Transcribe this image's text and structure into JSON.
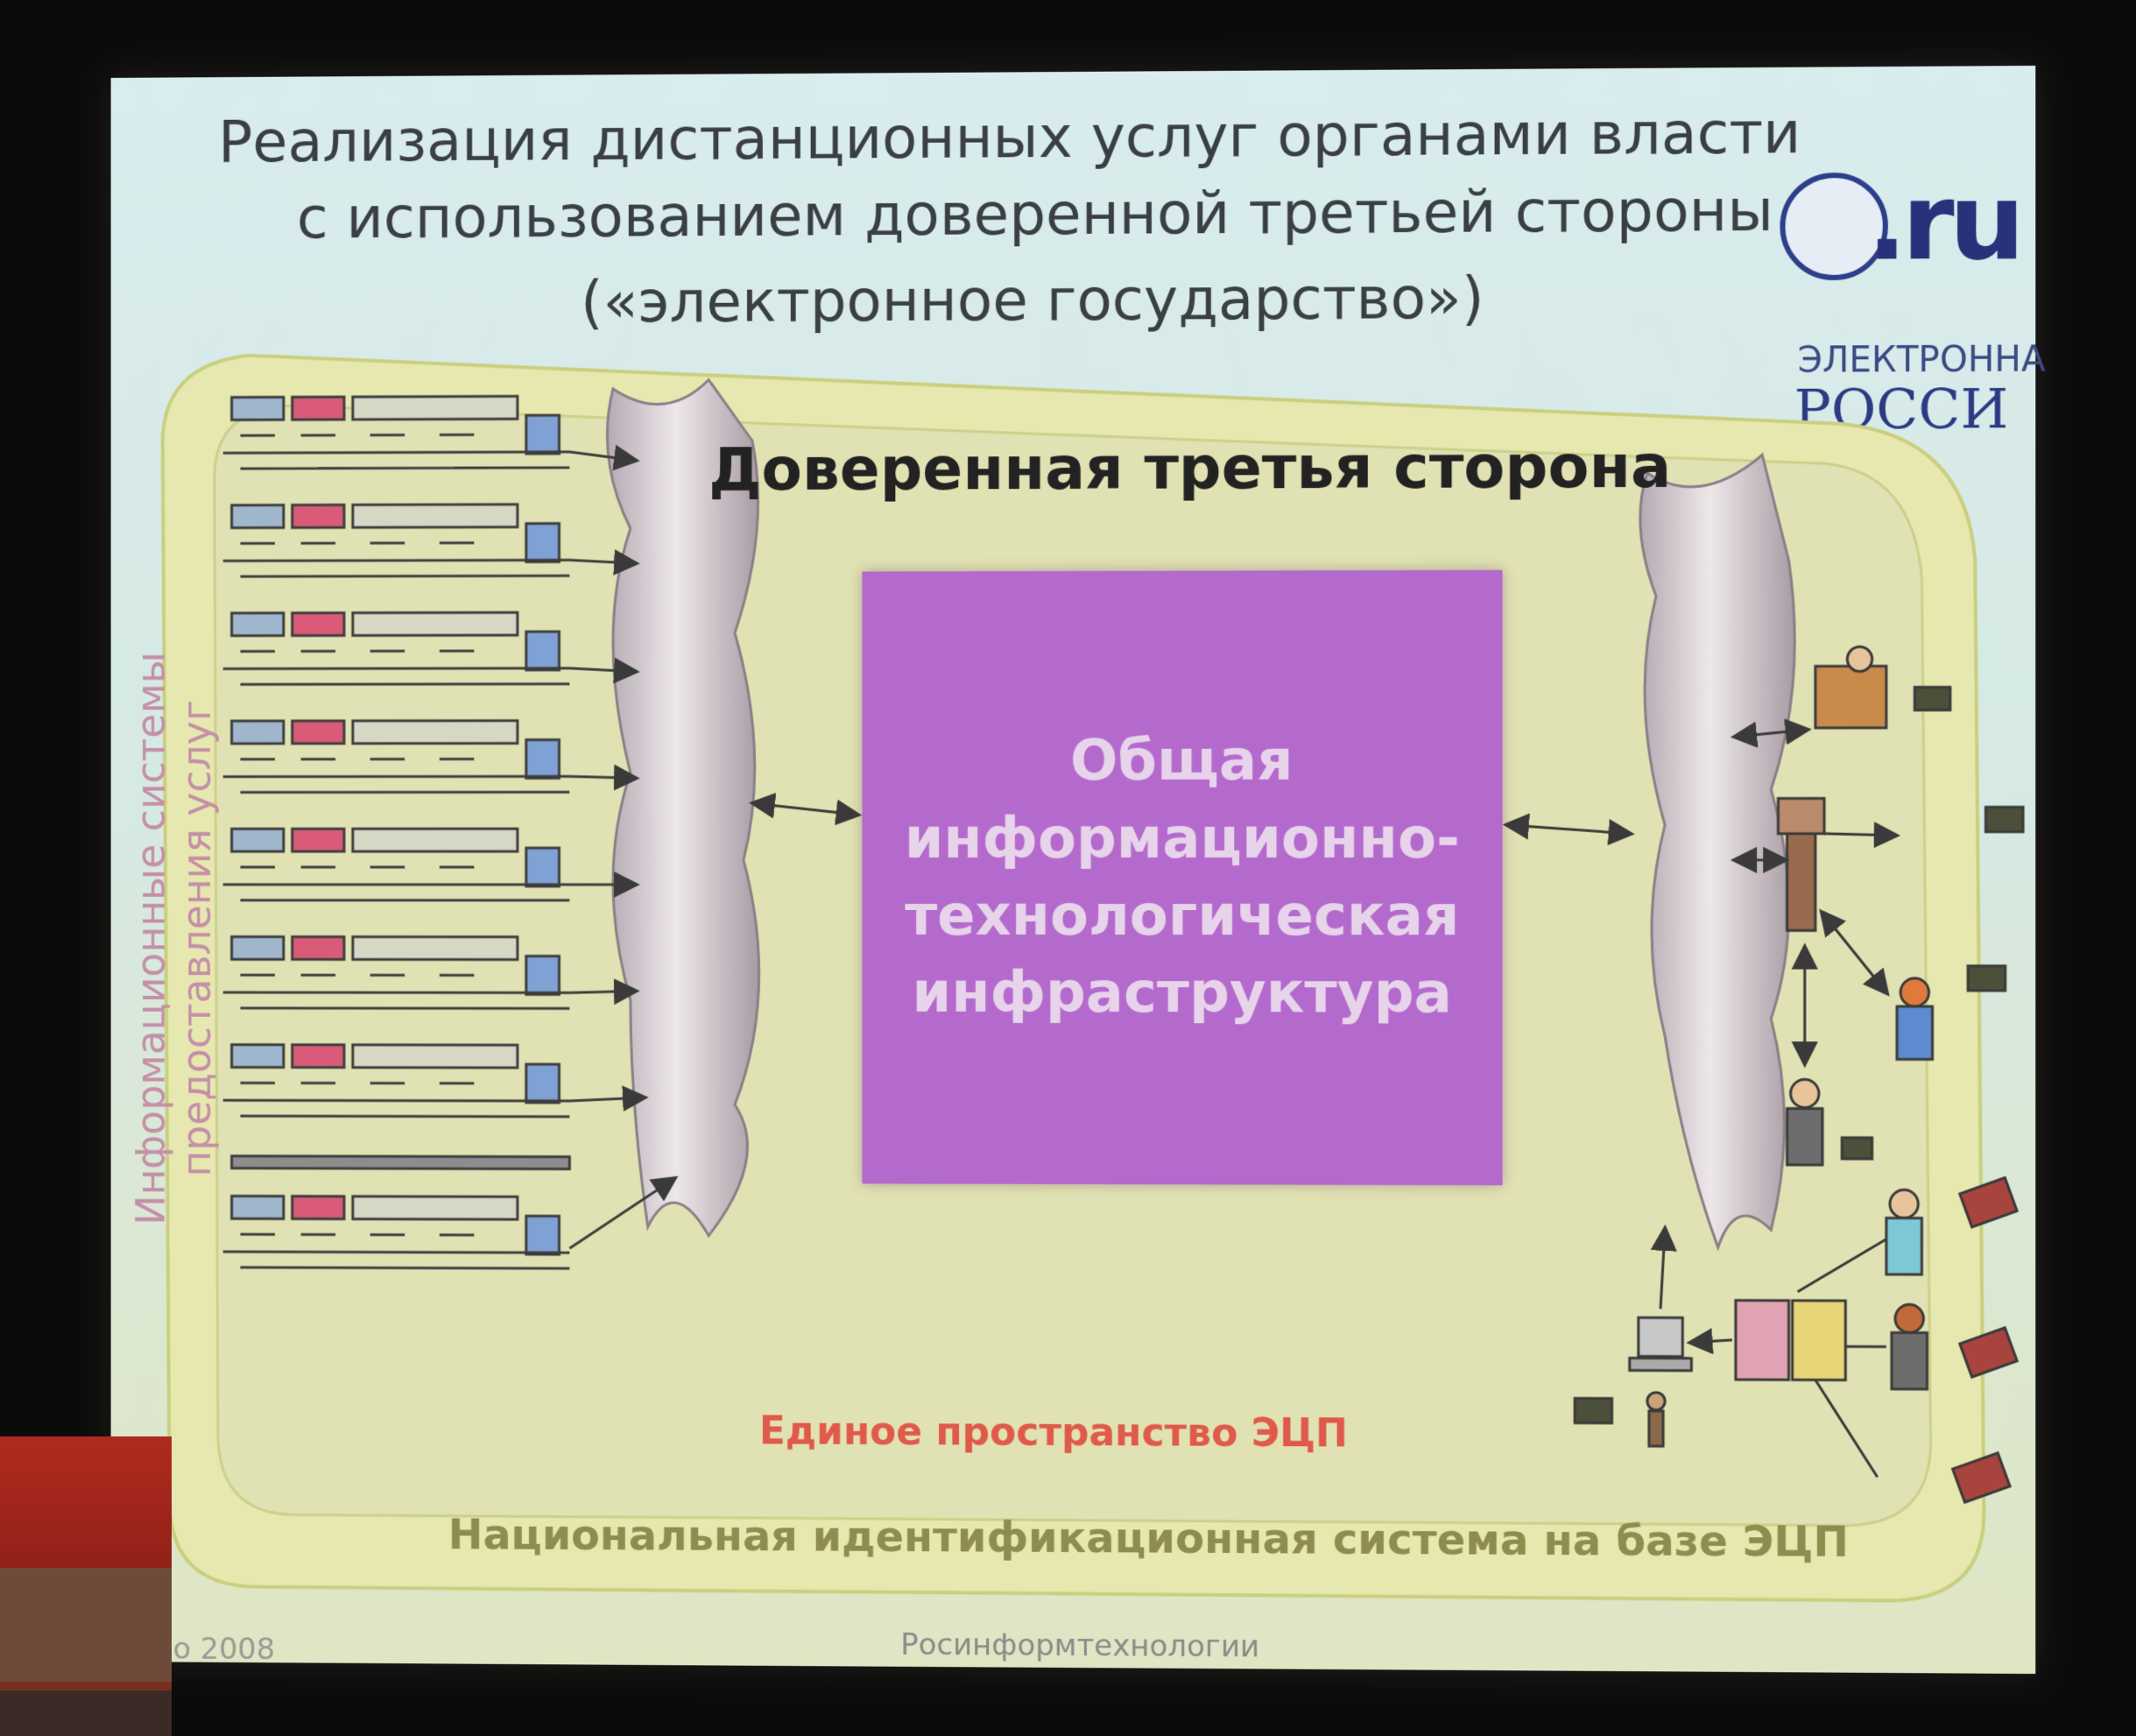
{
  "slide": {
    "title_line1": "Реализация дистанционных услуг органами власти",
    "title_line2": "с использованием доверенной третьей стороны",
    "title_line3": "(«электронное государство»)",
    "side_label": "Информационные системы предоставления услуг",
    "trusted_party": "Доверенная третья сторона",
    "infrastructure": [
      "Общая",
      "информационно-",
      "технологическая",
      "инфраструктура"
    ],
    "ecp_space": "Единое пространство ЭЦП",
    "national_id": "Национальная идентификационная система на базе ЭЦП",
    "footer": "Росинформтехнологии",
    "year": "о 2008"
  },
  "logo": {
    "domain": ".ru",
    "line1": "ЭЛЕКТРОННА",
    "line2": "РОССИ"
  },
  "colors": {
    "infra_box": "#b46acd",
    "ecp_text": "#e05a4b",
    "national_text": "#8e8d4f",
    "side_text": "#c48fa7"
  },
  "icons": {
    "service_row": "desk-workstation-icon",
    "person": "person-icon",
    "smart_card": "smart-card-icon",
    "kiosk": "kiosk-icon",
    "computer": "computer-icon",
    "passport": "passport-icon",
    "trusted_scroll": "trusted-party-scroll-icon"
  }
}
